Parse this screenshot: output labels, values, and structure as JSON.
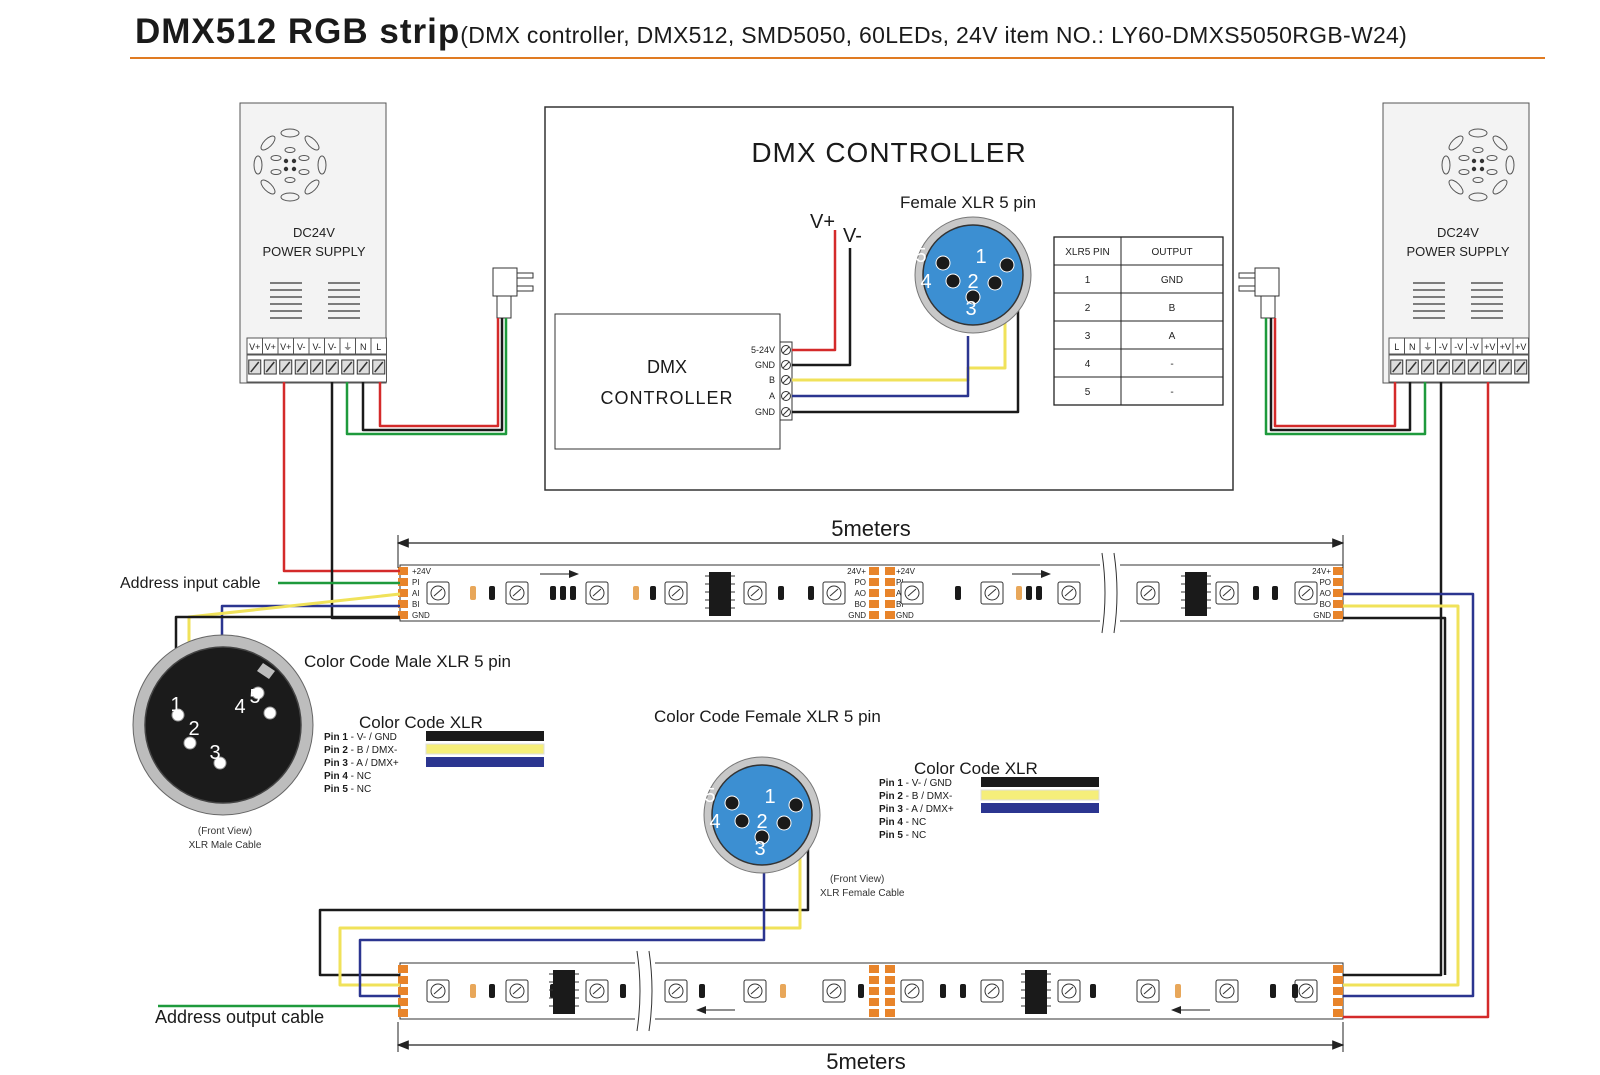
{
  "header": {
    "title": "DMX512 RGB strip",
    "subtitle": "(DMX controller, DMX512, SMD5050, 60LEDs, 24V item NO.: LY60-DMXS5050RGB-W24)"
  },
  "colors": {
    "accent_line": "#e07b22",
    "red_wire": "#d42a2a",
    "black_wire": "#1a1a1a",
    "green_wire": "#1e9a3c",
    "yellow_wire": "#f5ea6a",
    "blue_wire": "#2b3590",
    "xlr_blue": "#3c8fd2",
    "xlr_grey": "#9a9a9a",
    "xlr_black": "#1b1b1b",
    "strip_pad": "#e8842a"
  },
  "power_supply_left": {
    "label_1": "DC24V",
    "label_2": "POWER SUPPLY",
    "terminals": [
      "V+",
      "V+",
      "V+",
      "V-",
      "V-",
      "V-",
      "⏚",
      "N",
      "L"
    ]
  },
  "power_supply_right": {
    "label_1": "DC24V",
    "label_2": "POWER SUPPLY",
    "terminals": [
      "L",
      "N",
      "⏚",
      "-V",
      "-V",
      "-V",
      "+V",
      "+V",
      "+V"
    ]
  },
  "controller_box": {
    "title": "DMX CONTROLLER",
    "inner_label_1": "DMX",
    "inner_label_2": "CONTROLLER",
    "terminals": [
      "5-24V",
      "GND",
      "B",
      "A",
      "GND"
    ],
    "vplus": "V+",
    "vminus": "V-",
    "xlr_label": "Female XLR 5 pin"
  },
  "pin_table": {
    "headers": [
      "XLR5 PIN",
      "OUTPUT"
    ],
    "rows": [
      [
        "1",
        "GND"
      ],
      [
        "2",
        "B"
      ],
      [
        "3",
        "A"
      ],
      [
        "4",
        "-"
      ],
      [
        "5",
        "-"
      ]
    ]
  },
  "xlr_pins": [
    "1",
    "2",
    "3",
    "4",
    "5"
  ],
  "strip_top": {
    "length_label": "5meters",
    "in_pads": [
      "+24V",
      "PI",
      "AI",
      "BI",
      "GND"
    ],
    "out_pads": [
      "24V+",
      "PO",
      "AO",
      "BO",
      "GND"
    ],
    "address_label": "Address input cable"
  },
  "strip_bottom": {
    "length_label": "5meters",
    "address_label": "Address output cable"
  },
  "male_xlr": {
    "title": "Color Code Male XLR 5 pin",
    "caption_1": "(Front View)",
    "caption_2": "XLR Male Cable",
    "legend_title": "Color Code XLR"
  },
  "female_xlr": {
    "title": "Color Code Female XLR 5 pin",
    "caption_1": "(Front View)",
    "caption_2": "XLR Female Cable",
    "legend_title": "Color Code XLR"
  },
  "color_code": [
    {
      "pin": "Pin 1",
      "desc": " - V- / GND",
      "color": "#1a1a1a"
    },
    {
      "pin": "Pin 2",
      "desc": " - B / DMX-",
      "color": "#f5ee7a"
    },
    {
      "pin": "Pin 3",
      "desc": " - A / DMX+",
      "color": "#2b3590"
    },
    {
      "pin": "Pin 4",
      "desc": " - NC",
      "color": ""
    },
    {
      "pin": "Pin 5",
      "desc": " - NC",
      "color": ""
    }
  ]
}
